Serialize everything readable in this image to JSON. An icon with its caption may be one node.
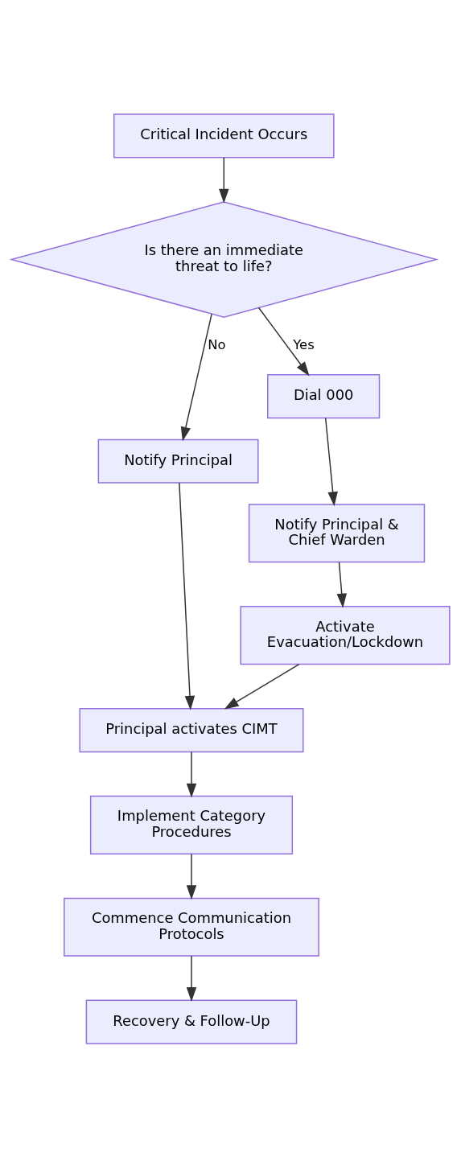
{
  "diagram": {
    "nodes": [
      {
        "text": [
          "Critical Incident Occurs"
        ]
      },
      {
        "text": [
          "Is there an immediate threat to life?"
        ]
      },
      {
        "text": [
          "Notify Principal"
        ]
      },
      {
        "text": [
          "Dial 000"
        ]
      },
      {
        "text": [
          "Notify Principal & Chief Warden"
        ]
      },
      {
        "text": [
          "Activate Evacuation/Lockdown"
        ]
      },
      {
        "text": [
          "Principal activates CIMT"
        ]
      },
      {
        "text": [
          "Implement Category Procedures"
        ]
      },
      {
        "text": [
          "Commence Communication Protocols"
        ]
      },
      {
        "text": [
          "Recovery & Follow-Up"
        ]
      }
    ],
    "edges": [
      {
        "from": 0,
        "to": 1,
        "arrow": "to"
      },
      {
        "from": 1,
        "to": 2,
        "arrow": "to",
        "label": "No"
      },
      {
        "from": 1,
        "to": 3,
        "arrow": "to",
        "label": "Yes"
      },
      {
        "from": 3,
        "to": 4,
        "arrow": "to"
      },
      {
        "from": 4,
        "to": 5,
        "arrow": "to"
      },
      {
        "from": 2,
        "to": 6,
        "arrow": "to"
      },
      {
        "from": 5,
        "to": 6,
        "arrow": "to"
      },
      {
        "from": 6,
        "to": 7,
        "arrow": "to"
      },
      {
        "from": 7,
        "to": 8,
        "arrow": "to"
      },
      {
        "from": 8,
        "to": 9,
        "arrow": "to"
      }
    ]
  }
}
